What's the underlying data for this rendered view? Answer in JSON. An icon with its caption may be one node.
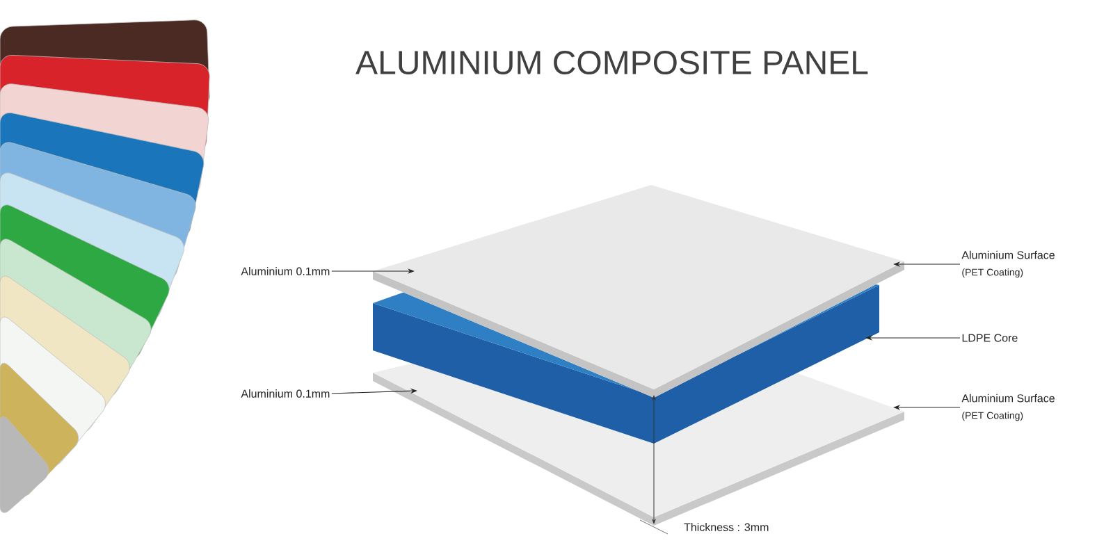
{
  "diagram": {
    "title": "ALUMINIUM COMPOSITE PANEL",
    "nodes": [
      {
        "text": [
          "Aluminium 0.1mm"
        ]
      },
      {
        "text": [
          "Aluminium 0.1mm"
        ]
      },
      {
        "text": [
          "Aluminium Surface",
          "(PET Coating)"
        ]
      },
      {
        "text": [
          "LDPE Core"
        ]
      },
      {
        "text": [
          "Aluminium Surface",
          "(PET Coating)"
        ]
      },
      {
        "text": [],
        "shape": "box"
      },
      {
        "text": [],
        "shape": "box"
      },
      {
        "text": [],
        "shape": "box"
      }
    ],
    "edges": [
      {
        "from": 0,
        "to": 5,
        "arrow": "to"
      },
      {
        "from": 1,
        "to": 7,
        "arrow": "to"
      },
      {
        "from": 2,
        "to": 5,
        "arrow": "to"
      },
      {
        "from": 3,
        "to": 6,
        "arrow": "to"
      },
      {
        "from": 4,
        "to": 7,
        "arrow": "to"
      }
    ],
    "labels": [
      "Thickness : 3mm"
    ]
  }
}
